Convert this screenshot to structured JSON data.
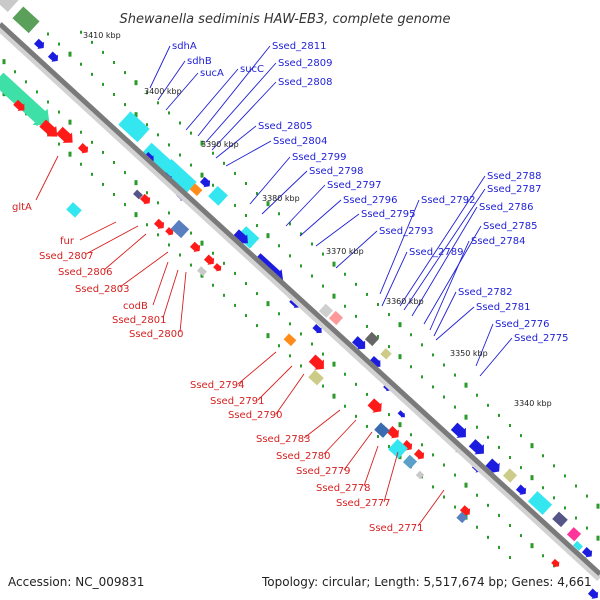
{
  "title": "Shewanella sediminis HAW-EB3, complete genome",
  "accession_text": "Accession: NC_009831",
  "topology_text": "Topology: circular; Length: 5,517,674 bp; Genes: 4,661",
  "ruler": [
    "3410 kbp",
    "3400 kbp",
    "3390 kbp",
    "3380 kbp",
    "3370 kbp",
    "3360 kbp",
    "3350 kbp",
    "3340 kbp"
  ],
  "upper_labels": [
    "sdhA",
    "sdhB",
    "sucA",
    "sucC",
    "Ssed_2811",
    "Ssed_2809",
    "Ssed_2808",
    "Ssed_2805",
    "Ssed_2804",
    "Ssed_2799",
    "Ssed_2798",
    "Ssed_2797",
    "Ssed_2796",
    "Ssed_2795",
    "Ssed_2793",
    "Ssed_2792",
    "Ssed_2789",
    "Ssed_2788",
    "Ssed_2787",
    "Ssed_2786",
    "Ssed_2785",
    "Ssed_2784",
    "Ssed_2782",
    "Ssed_2781",
    "Ssed_2776",
    "Ssed_2775"
  ],
  "lower_labels": [
    "gltA",
    "fur",
    "Ssed_2807",
    "Ssed_2806",
    "Ssed_2803",
    "codB",
    "Ssed_2801",
    "Ssed_2800",
    "Ssed_2794",
    "Ssed_2791",
    "Ssed_2790",
    "Ssed_2783",
    "Ssed_2780",
    "Ssed_2779",
    "Ssed_2778",
    "Ssed_2777",
    "Ssed_2771"
  ],
  "colors": {
    "upper_label": "#1f1fd6",
    "lower_label": "#d61f1f",
    "backbone": "#777777",
    "tick": "#2a9a2a"
  }
}
